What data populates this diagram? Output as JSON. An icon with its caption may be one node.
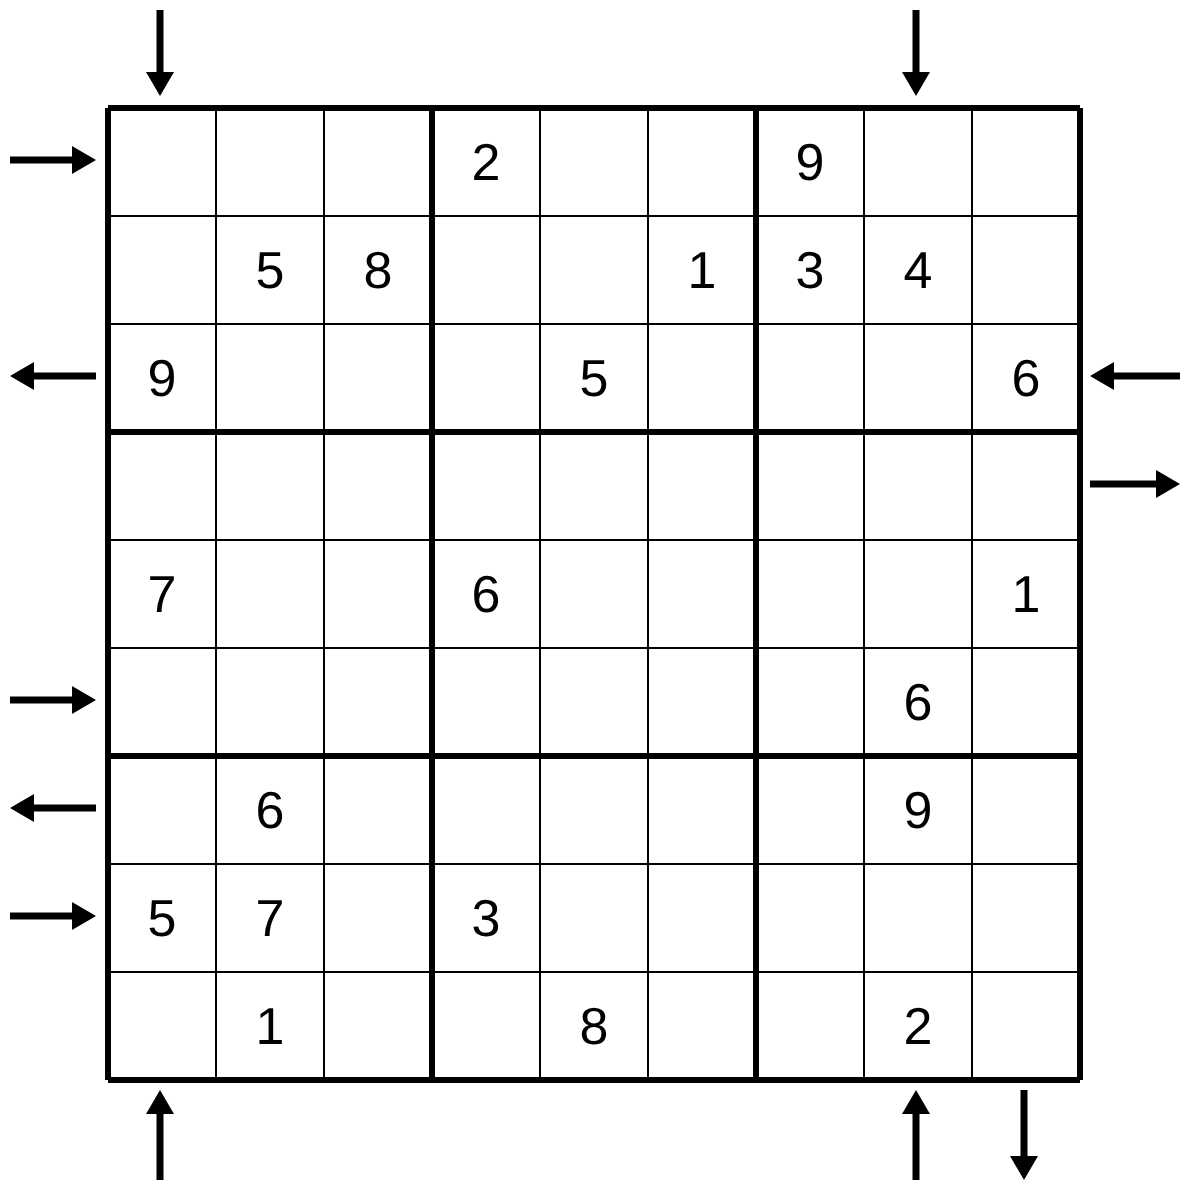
{
  "diagram": {
    "labels": [
      "2",
      "9",
      "5",
      "8",
      "1",
      "3",
      "4",
      "9",
      "5",
      "6",
      "7",
      "6",
      "1",
      "6",
      "6",
      "9",
      "5",
      "7",
      "3",
      "1",
      "8",
      "2"
    ]
  }
}
